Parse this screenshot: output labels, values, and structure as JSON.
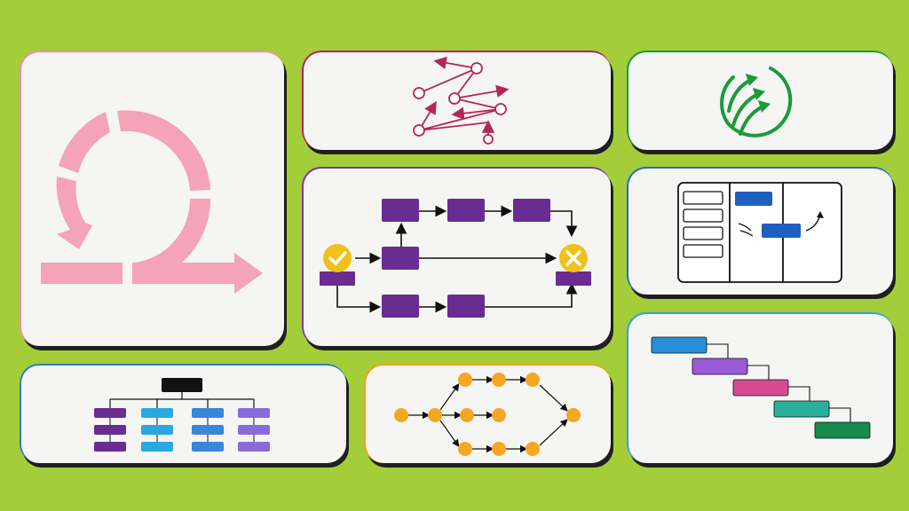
{
  "panels": [
    {
      "id": "scrum-cycle",
      "icon": "agile-cycle-icon",
      "accent": "#f08ca8"
    },
    {
      "id": "scatter-network",
      "icon": "network-arrows-icon",
      "accent": "#b2265a"
    },
    {
      "id": "growth-arrows",
      "icon": "growth-arrows-icon",
      "accent": "#1a9a3c"
    },
    {
      "id": "process-flow",
      "icon": "process-flow-icon",
      "accent": "#7a3aa0",
      "node_color": "#6a2c91",
      "success_color": "#f0c11a",
      "fail_color": "#f0c11a"
    },
    {
      "id": "kanban-board",
      "icon": "kanban-board-icon",
      "accent": "#2a6ac8"
    },
    {
      "id": "gantt-chart",
      "icon": "gantt-chart-icon",
      "accent": "#38a0d8",
      "bar_colors": [
        "#2a8fd6",
        "#9a5ad8",
        "#d64a90",
        "#2ab09a",
        "#158a4a"
      ]
    },
    {
      "id": "hierarchy-tree",
      "icon": "org-chart-icon",
      "accent": "#2a80c8",
      "column_colors": [
        "#6a2c91",
        "#2aa8e0",
        "#3a86d8",
        "#8a6ad8"
      ]
    },
    {
      "id": "pert-network",
      "icon": "network-diagram-icon",
      "accent": "#f0a020",
      "node_color": "#f5a623"
    }
  ]
}
